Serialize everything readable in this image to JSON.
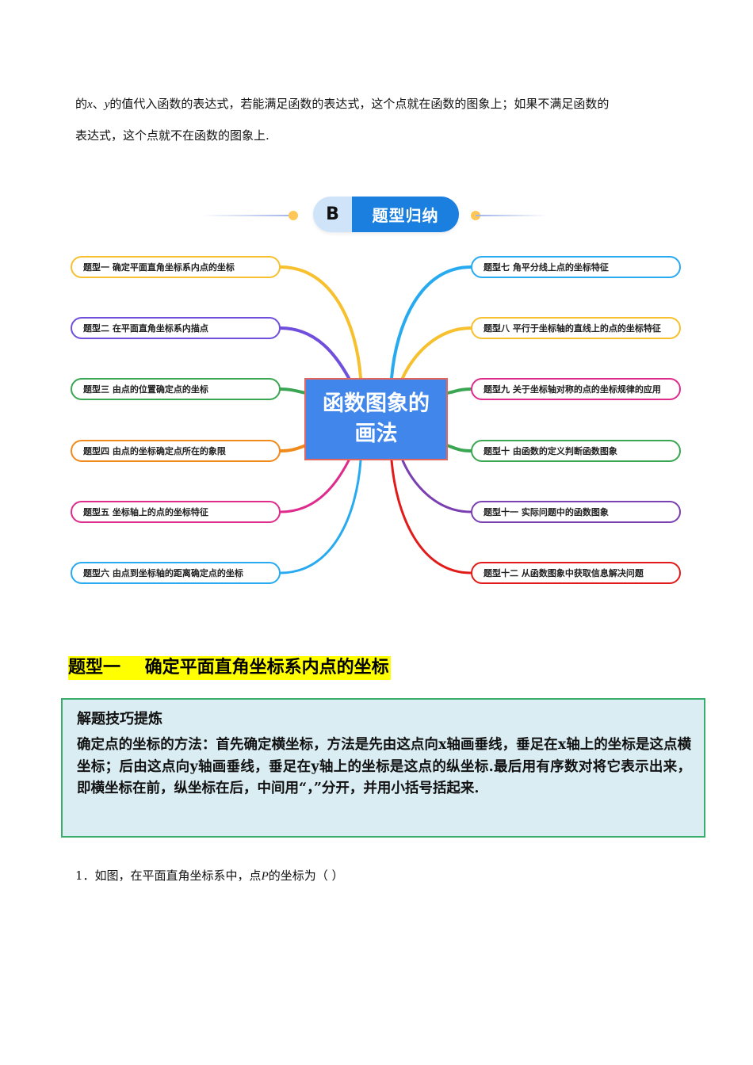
{
  "intro": {
    "line1_prefix": "的",
    "var_x": "x",
    "sep": "、",
    "var_y": "y",
    "line1_rest": "的值代入函数的表达式，若能满足函数的表达式，这个点就在函数的图象上；如果不满足函数的",
    "line2": "表达式，这个点就不在函数的图象上."
  },
  "banner": {
    "letter": "B",
    "title": "题型归纳",
    "colors": {
      "letter_bg": "#cfe4f8",
      "title_bg": "#1b7fe0",
      "dots": "#ffc75a"
    }
  },
  "mindmap": {
    "center": "函数图象的画法",
    "center_colors": {
      "fill": "#4186ea",
      "border": "#e2665e"
    },
    "left_nodes": [
      {
        "label": "题型一  确定平面直角坐标系内点的坐标",
        "color": "#f6c02f"
      },
      {
        "label": "题型二  在平面直角坐标系内描点",
        "color": "#6f4fdc"
      },
      {
        "label": "题型三 由点的位置确定点的坐标",
        "color": "#3aa552"
      },
      {
        "label": "题型四  由点的坐标确定点所在的象限",
        "color": "#f08a1c"
      },
      {
        "label": "题型五  坐标轴上的点的坐标特征",
        "color": "#de2b8c"
      },
      {
        "label": "题型六 由点到坐标轴的距离确定点的坐标",
        "color": "#27aaf0"
      }
    ],
    "right_nodes": [
      {
        "label": "题型七  角平分线上点的坐标特征",
        "color": "#27aaf0"
      },
      {
        "label": "题型八 平行于坐标轴的直线上的点的坐标特征",
        "color": "#f6c02f"
      },
      {
        "label": "题型九  关于坐标轴对称的点的坐标规律的应用",
        "color": "#de2b8c"
      },
      {
        "label": "题型十 由函数的定义判断函数图象",
        "color": "#3aa552"
      },
      {
        "label": "题型十一  实际问题中的函数图象",
        "color": "#7a3fb0"
      },
      {
        "label": "题型十二 从函数图象中获取信息解决问题",
        "color": "#e21a1a"
      }
    ]
  },
  "section": {
    "title": "题型一    确定平面直角坐标系内点的坐标",
    "highlight_color": "#ffff00"
  },
  "tip_box": {
    "heading": "解题技巧提炼",
    "body": "确定点的坐标的方法：首先确定横坐标，方法是先由这点向x轴画垂线，垂足在x轴上的坐标是这点横坐标；后由这点向y轴画垂线，垂足在y轴上的坐标是这点的纵坐标.最后用有序数对将它表示出来，即横坐标在前，纵坐标在后，中间用“，”分开，并用小括号括起来.",
    "colors": {
      "bg": "#daedf3",
      "border": "#3aac6c"
    }
  },
  "question": {
    "number": "1．",
    "prefix": "如图，在平面直角坐标系中，点",
    "var": "P",
    "suffix": "的坐标为（        ）"
  }
}
